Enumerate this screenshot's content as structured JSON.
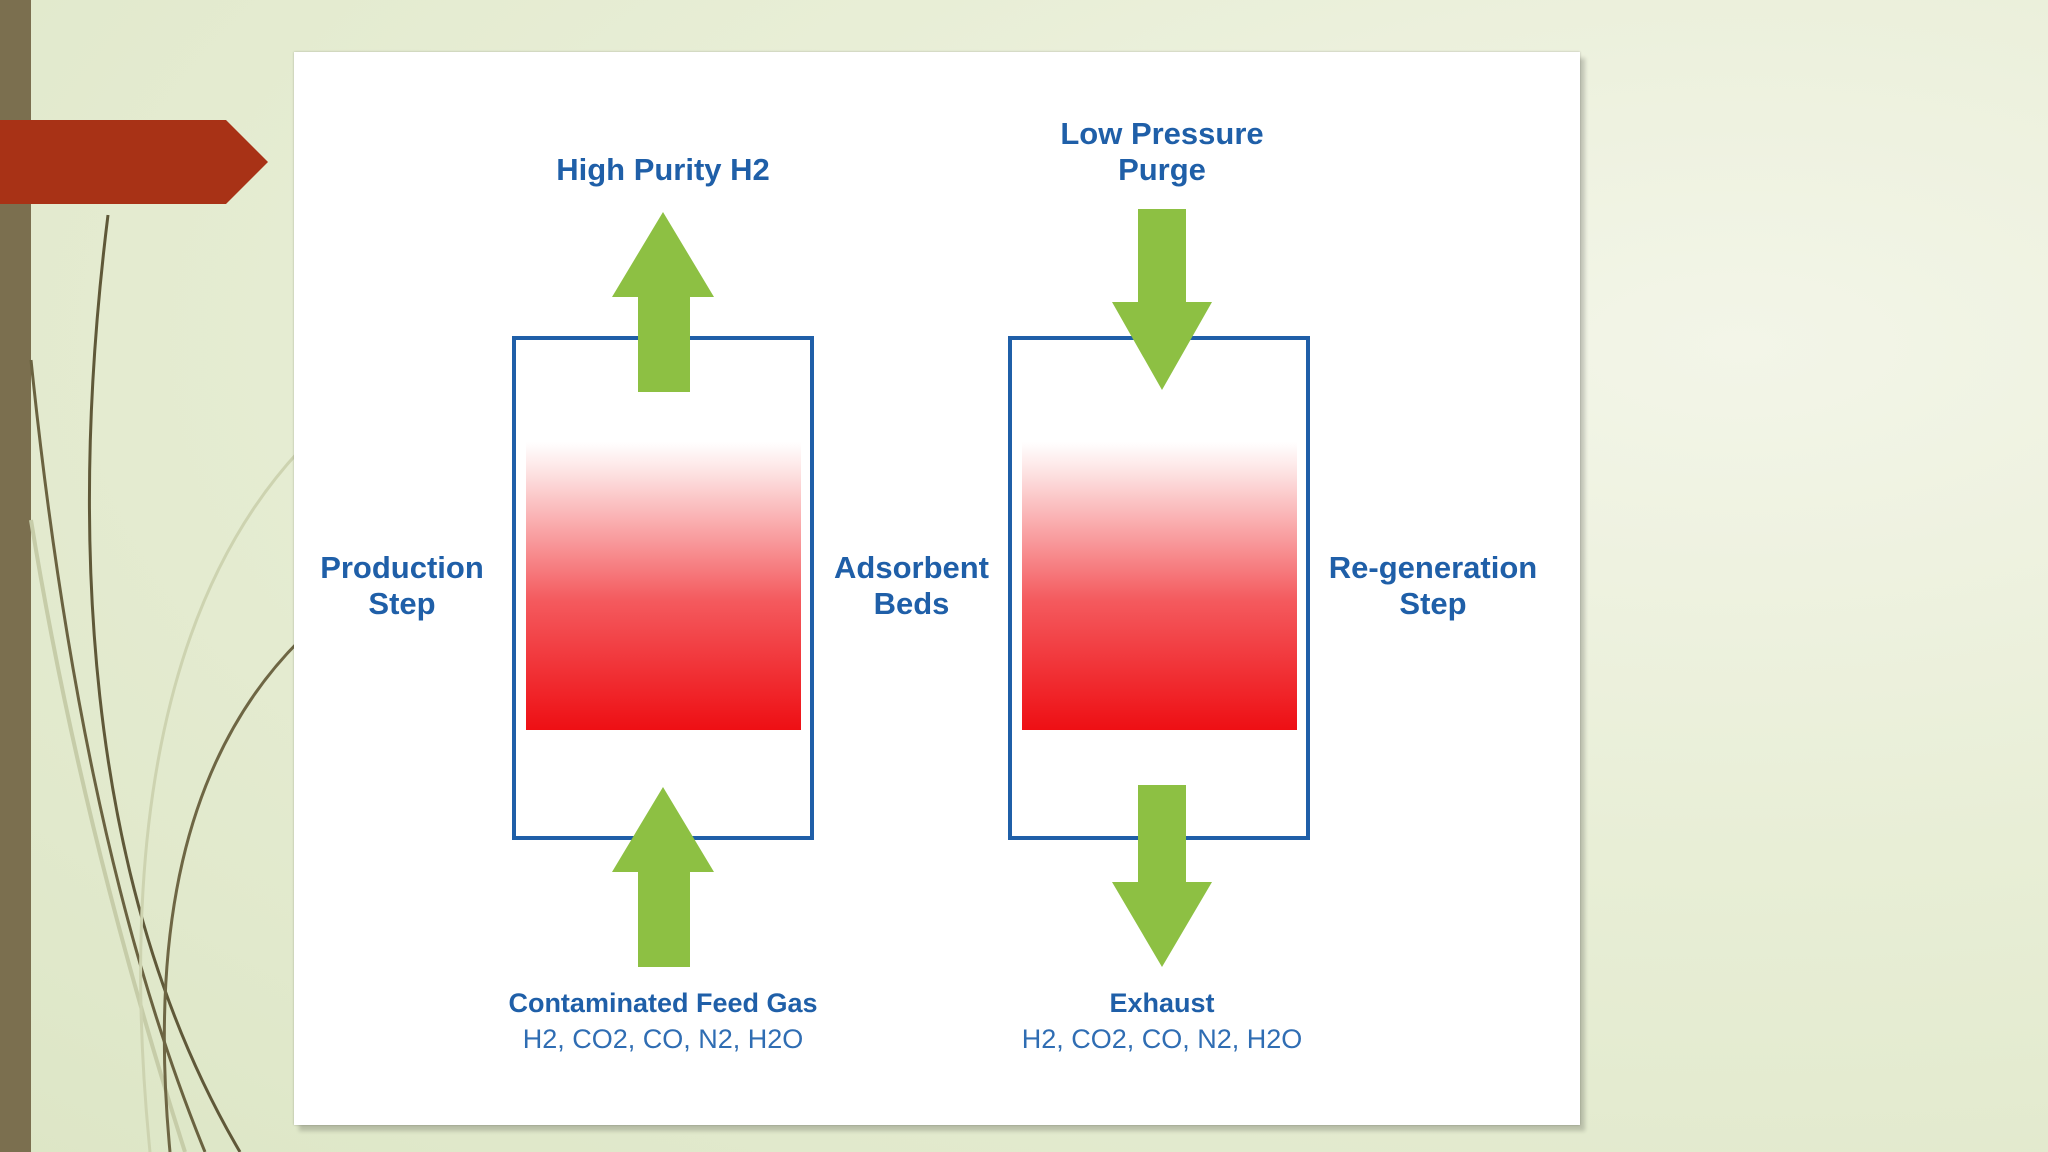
{
  "colors": {
    "accent_red": "#a83216",
    "bed_outline": "#1f5fa8",
    "arrow_green": "#8dc043",
    "bed_fill_top": "#ffffff",
    "bed_fill_bottom": "#ee0f14",
    "label_blue": "#1f5fa8",
    "sidebar_brown": "#7b6f4f"
  },
  "diagram": {
    "center_label_line1": "Adsorbent",
    "center_label_line2": "Beds",
    "production": {
      "side_label_line1": "Production",
      "side_label_line2": "Step",
      "top_label": "High Purity H2",
      "bottom_label": "Contaminated Feed Gas",
      "bottom_sublabel": "H2, CO2, CO, N2, H2O"
    },
    "regeneration": {
      "side_label_line1": "Re-generation",
      "side_label_line2": "Step",
      "top_label_line1": "Low Pressure",
      "top_label_line2": "Purge",
      "bottom_label": "Exhaust",
      "bottom_sublabel": "H2, CO2, CO, N2, H2O"
    }
  }
}
